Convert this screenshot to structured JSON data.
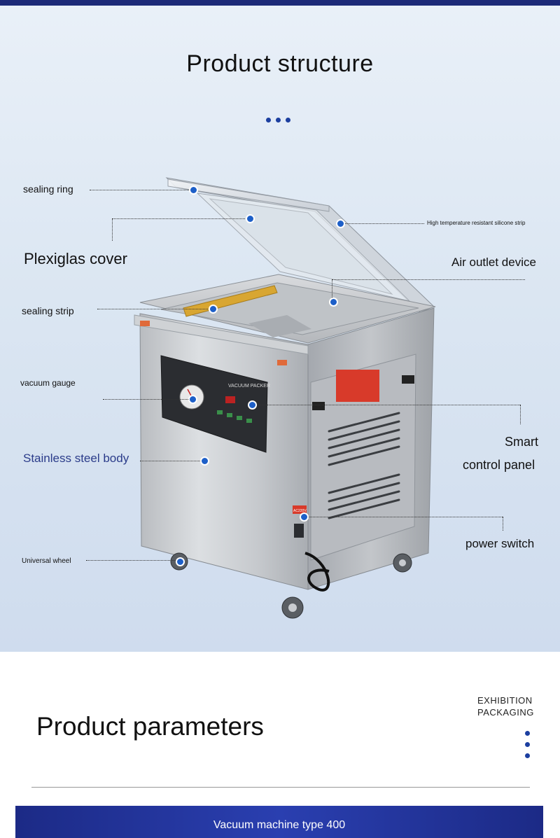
{
  "structure": {
    "title": "Product structure",
    "labels": {
      "sealing_ring": "sealing ring",
      "silicone_strip": "High temperature resistant silicone strip",
      "plexiglas_cover": "Plexiglas cover",
      "air_outlet": "Air outlet device",
      "sealing_strip": "sealing strip",
      "vacuum_gauge": "vacuum gauge",
      "stainless_body": "Stainless steel body",
      "smart_panel_1": "Smart",
      "smart_panel_2": "control panel",
      "universal_wheel": "Universal wheel",
      "power_switch": "power switch"
    },
    "panel_text": "VACUUM PACKER",
    "plate_text": "AC220V"
  },
  "parameters": {
    "title": "Product parameters",
    "side_line1": "EXHIBITION",
    "side_line2": "PACKAGING",
    "band_text": "Vacuum machine type 400"
  },
  "colors": {
    "accent": "#1c3fa0",
    "band": "#2a3fb0",
    "point": "#1d5fc8"
  }
}
